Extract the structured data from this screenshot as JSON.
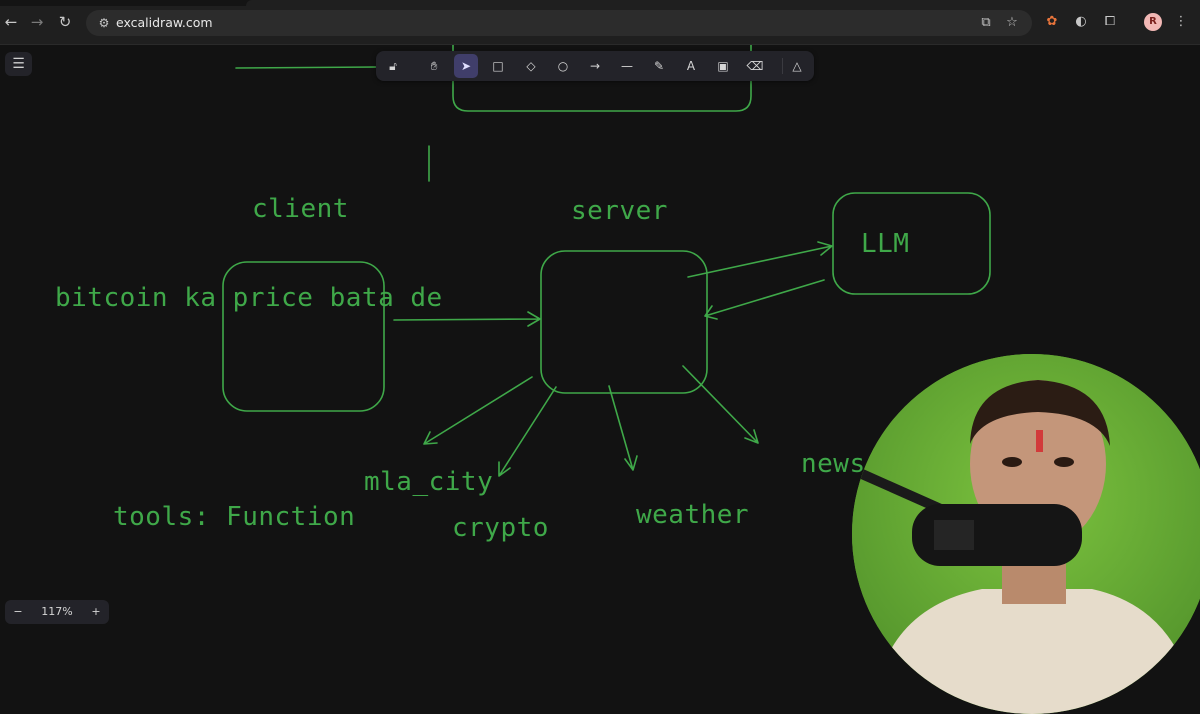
{
  "browser": {
    "url": "excalidraw.com",
    "avatar_initial": "R",
    "icons": [
      "back-icon",
      "forward-icon",
      "reload-icon",
      "site-settings-icon",
      "install-icon",
      "bookmark-star-icon",
      "extension-icon",
      "profile-icon",
      "puzzle-icon",
      "kebab-menu-icon"
    ]
  },
  "app": {
    "zoom_level": "117%",
    "zoom_out": "−",
    "zoom_in": "+",
    "tools": [
      {
        "name": "lock-tool",
        "icon": "lock-icon"
      },
      {
        "name": "hand-tool",
        "icon": "hand-icon"
      },
      {
        "name": "selection-tool",
        "icon": "cursor-icon",
        "active": true
      },
      {
        "name": "rectangle-tool",
        "icon": "square-icon"
      },
      {
        "name": "diamond-tool",
        "icon": "diamond-icon"
      },
      {
        "name": "ellipse-tool",
        "icon": "circle-icon"
      },
      {
        "name": "arrow-tool",
        "icon": "arrow-icon"
      },
      {
        "name": "line-tool",
        "icon": "line-icon"
      },
      {
        "name": "draw-tool",
        "icon": "pencil-icon"
      },
      {
        "name": "text-tool",
        "icon": "text-icon"
      },
      {
        "name": "image-tool",
        "icon": "image-icon"
      },
      {
        "name": "eraser-tool",
        "icon": "eraser-icon"
      },
      {
        "name": "extra-tools",
        "icon": "shapes-icon"
      }
    ]
  },
  "diagram": {
    "stroke_color": "#3fa849",
    "labels": {
      "client": "client",
      "server": "server",
      "llm": "LLM",
      "prompt": "bitcoin ka price bata de",
      "tools": "tools: Function",
      "mla_city": "mla_city",
      "crypto": "crypto",
      "weather": "weather",
      "news": "news"
    }
  }
}
